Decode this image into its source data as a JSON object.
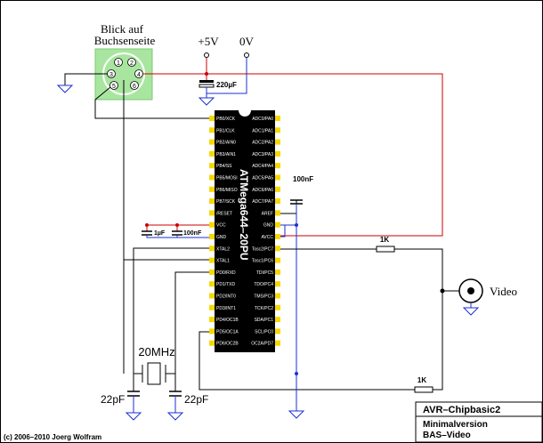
{
  "connector": {
    "title_line1": "Blick auf",
    "title_line2": "Buchsenseite",
    "pins": [
      "1",
      "2",
      "3",
      "4",
      "5",
      "6"
    ]
  },
  "power": {
    "vcc_label": "+5V",
    "gnd_label": "0V",
    "cap_label": "220µF"
  },
  "chip": {
    "name": "ATMega644–20PU",
    "left_pins": [
      "PB0/XCK",
      "PB1/CLK",
      "PB2/AIN0",
      "PB3/AIN1",
      "PB4/SS",
      "PB5/MOSI",
      "PB6/MISO",
      "PB7/SCK",
      "/RESET",
      "VCC",
      "GND",
      "XTAL2",
      "XTAL1",
      "PD0/RXD",
      "PD1/TXD",
      "PD2/INT0",
      "PD3/INT1",
      "PD4/OC1B",
      "PD5/OC1A",
      "PD6/OC2B"
    ],
    "right_pins": [
      "ADC0/PA0",
      "ADC1/PA1",
      "ADC2/PA2",
      "ADC3/PA3",
      "ADC4/PA4",
      "ADC5/PA5",
      "ADC6/PA6",
      "ADC7/PA7",
      "AREF",
      "GND",
      "AVCC",
      "Tosc2/PC7",
      "Tosc1/PC6",
      "TDI/PC5",
      "TDO/PC4",
      "TMS/PC3",
      "TCK/PC2",
      "SDA/PC1",
      "SCL/PC0",
      "OC2A/PD7"
    ]
  },
  "components": {
    "c_1uf": "1µF",
    "c_100nf_left": "100nF",
    "c_100nf_aref": "100nF",
    "r_1k_top": "1K",
    "r_1k_bottom": "1K",
    "crystal": "20MHz",
    "c_22pf_left": "22pF",
    "c_22pf_right": "22pF",
    "video_label": "Video"
  },
  "title_block": {
    "line1": "AVR–Chipbasic2",
    "line2": "Minimalversion",
    "line3": "BAS–Video"
  },
  "copyright": "(c) 2006–2010 Joerg Wolfram",
  "colors": {
    "chip_body": "#000000",
    "pin_pad": "#f5d800",
    "connector_bg": "#a8e6a0",
    "wire": "#000000",
    "vcc_wire": "#cc0000",
    "gnd_wire": "#1a2fd6"
  }
}
